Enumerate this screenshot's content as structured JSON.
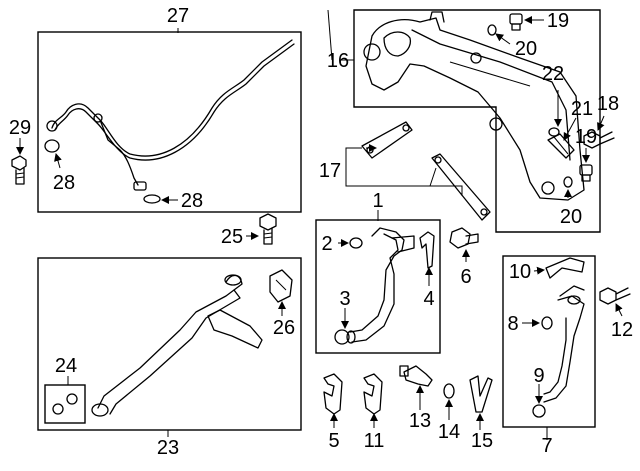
{
  "callouts": {
    "c1": "1",
    "c2": "2",
    "c3": "3",
    "c4": "4",
    "c5": "5",
    "c6": "6",
    "c7": "7",
    "c8": "8",
    "c9": "9",
    "c10": "10",
    "c11": "11",
    "c12": "12",
    "c13": "13",
    "c14": "14",
    "c15": "15",
    "c16": "16",
    "c17": "17",
    "c18": "18",
    "c19a": "19",
    "c19b": "19",
    "c20a": "20",
    "c20b": "20",
    "c21": "21",
    "c22": "22",
    "c23": "23",
    "c24": "24",
    "c25": "25",
    "c26": "26",
    "c27": "27",
    "c28a": "28",
    "c28b": "28",
    "c29": "29"
  }
}
